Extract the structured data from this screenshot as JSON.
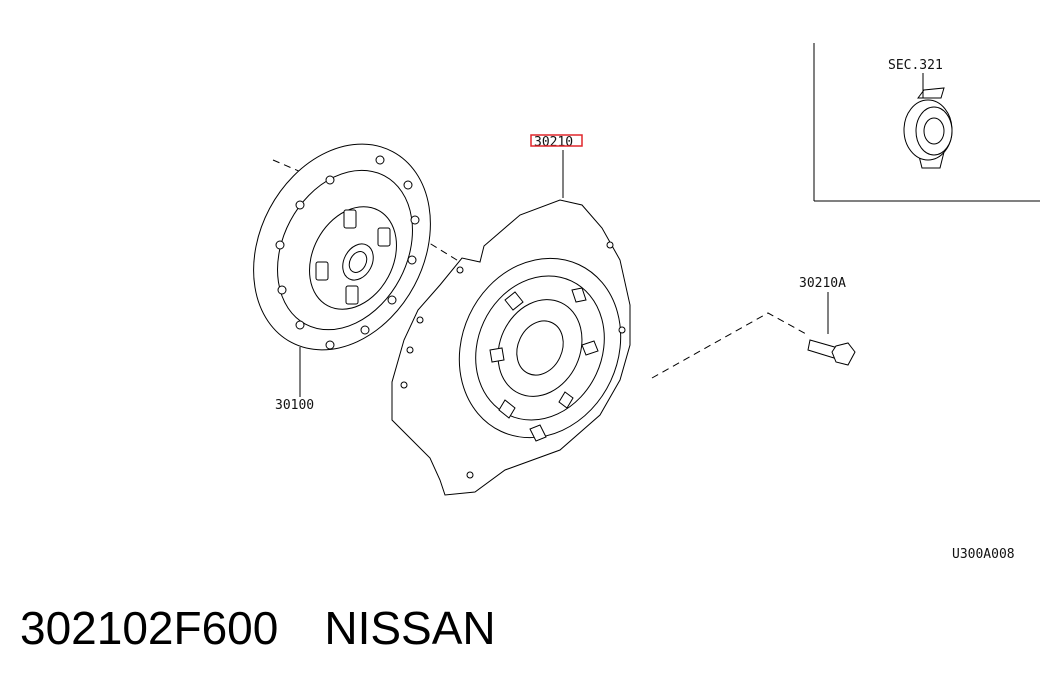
{
  "diagram": {
    "labels": {
      "clutch_disc": "30100",
      "clutch_cover": "30210",
      "bolt": "30210A",
      "section_ref": "SEC.321",
      "drawing_code": "U300A008"
    },
    "highlight_color": "#e0262b"
  },
  "caption": {
    "part_number": "302102F600",
    "brand": "NISSAN"
  }
}
